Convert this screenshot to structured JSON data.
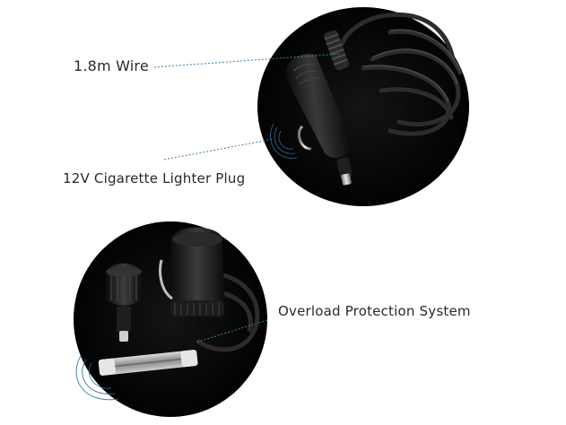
{
  "callouts": {
    "wire": "1.8m Wire",
    "plug": "12V Cigarette Lighter Plug",
    "overload": "Overload Protection System"
  },
  "colors": {
    "photo_background": "#050505",
    "callout_line": "#3a7fa8",
    "label_text": "#2a2a2a",
    "plug_body": "#1a1a1a",
    "metal": "#c8c8c8"
  },
  "icons": {
    "photo_top": "car-plug-with-cable-photo",
    "photo_bottom": "disassembled-plug-with-fuse-photo"
  }
}
